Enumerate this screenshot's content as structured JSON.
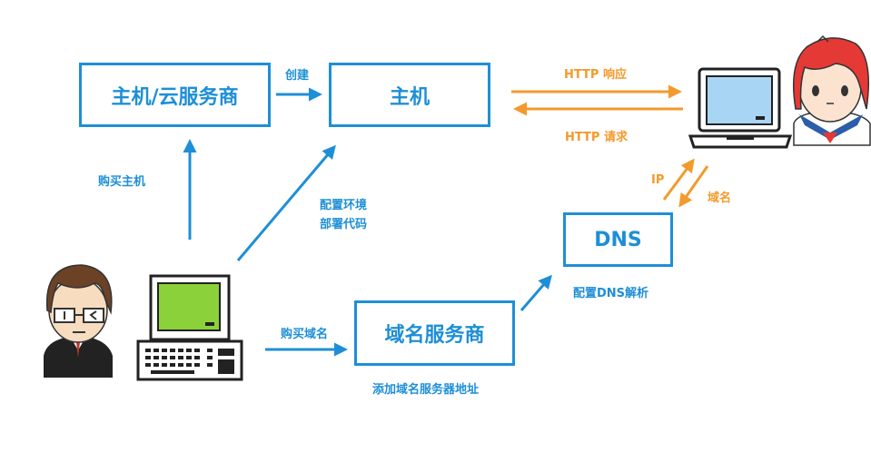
{
  "colors": {
    "blue": "#1E8FD6",
    "orange": "#F39A2C"
  },
  "nodes": {
    "host_provider": "主机/云服务商",
    "host": "主机",
    "dns": "DNS",
    "domain_provider": "域名服务商"
  },
  "edge_labels": {
    "create": "创建",
    "buy_host": "购买主机",
    "configure_env": "配置环境",
    "deploy_code": "部署代码",
    "buy_domain": "购买域名",
    "add_ns_address": "添加域名服务器地址",
    "configure_dns": "配置DNS解析",
    "http_response": "HTTP 响应",
    "http_request": "HTTP 请求",
    "ip": "IP",
    "domain": "域名"
  },
  "icons": [
    "developer-avatar-icon",
    "computer-terminal-icon",
    "laptop-icon",
    "user-girl-avatar-icon"
  ]
}
